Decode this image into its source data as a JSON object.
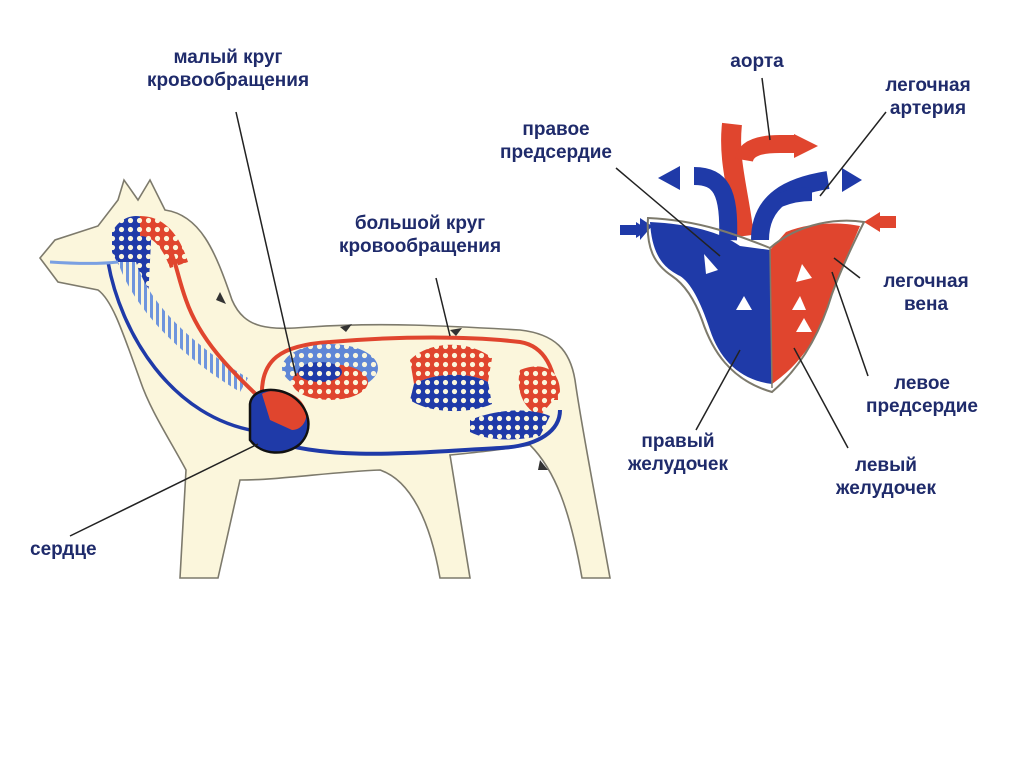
{
  "labels": {
    "pulmonary_circuit": {
      "line1": "малый круг",
      "line2": "кровообращения"
    },
    "systemic_circuit": {
      "line1": "большой круг",
      "line2": "кровообращения"
    },
    "heart": "сердце",
    "aorta": "аорта",
    "pulmonary_artery": {
      "line1": "легочная",
      "line2": "артерия"
    },
    "right_atrium": {
      "line1": "правое",
      "line2": "предсердие"
    },
    "pulmonary_vein": {
      "line1": "легочная",
      "line2": "вена"
    },
    "left_atrium": {
      "line1": "левое",
      "line2": "предсердие"
    },
    "right_ventricle": {
      "line1": "правый",
      "line2": "желудочек"
    },
    "left_ventricle": {
      "line1": "левый",
      "line2": "желудочек"
    }
  },
  "colors": {
    "arterial": "#e0452e",
    "venous": "#1f3aa8",
    "body_fill": "#fbf6dc",
    "outline": "#7d7a6c",
    "label": "#1f2b6b"
  }
}
